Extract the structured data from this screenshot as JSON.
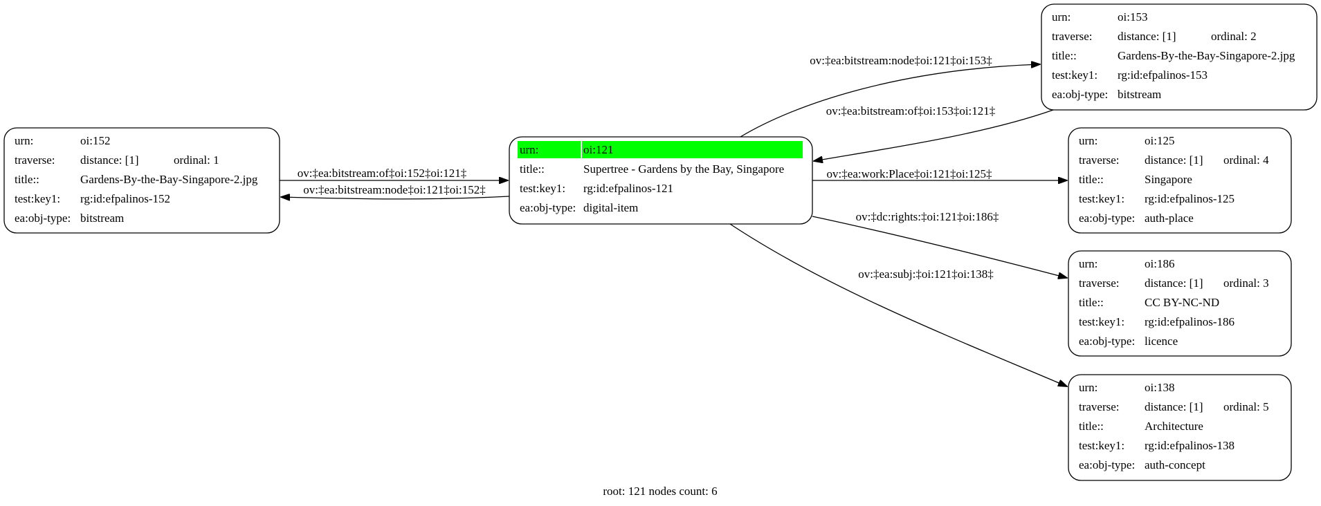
{
  "nodes": [
    {
      "id": "oi152",
      "highlighted": false,
      "rows": [
        {
          "key": "urn:",
          "value": "oi:152",
          "extra": ""
        },
        {
          "key": "traverse:",
          "value": "distance: [1]",
          "extra": "ordinal: 1"
        },
        {
          "key": "title::",
          "value": "Gardens-By-the-Bay-Singapore-2.jpg",
          "extra": ""
        },
        {
          "key": "test:key1:",
          "value": "rg:id:efpalinos-152",
          "extra": ""
        },
        {
          "key": "ea:obj-type:",
          "value": "bitstream",
          "extra": ""
        }
      ]
    },
    {
      "id": "oi121",
      "highlighted": true,
      "highlight_color": "#00ff00",
      "rows": [
        {
          "key": "urn:",
          "value": "oi:121",
          "extra": ""
        },
        {
          "key": "title::",
          "value": "Supertree - Gardens by the Bay, Singapore",
          "extra": ""
        },
        {
          "key": "test:key1:",
          "value": "rg:id:efpalinos-121",
          "extra": ""
        },
        {
          "key": "ea:obj-type:",
          "value": "digital-item",
          "extra": ""
        }
      ]
    },
    {
      "id": "oi153",
      "highlighted": false,
      "rows": [
        {
          "key": "urn:",
          "value": "oi:153",
          "extra": ""
        },
        {
          "key": "traverse:",
          "value": "distance: [1]",
          "extra": "ordinal: 2"
        },
        {
          "key": "title::",
          "value": "Gardens-By-the-Bay-Singapore-2.jpg",
          "extra": ""
        },
        {
          "key": "test:key1:",
          "value": "rg:id:efpalinos-153",
          "extra": ""
        },
        {
          "key": "ea:obj-type:",
          "value": "bitstream",
          "extra": ""
        }
      ]
    },
    {
      "id": "oi125",
      "highlighted": false,
      "rows": [
        {
          "key": "urn:",
          "value": "oi:125",
          "extra": ""
        },
        {
          "key": "traverse:",
          "value": "distance: [1]",
          "extra": "ordinal: 4"
        },
        {
          "key": "title::",
          "value": "Singapore",
          "extra": ""
        },
        {
          "key": "test:key1:",
          "value": "rg:id:efpalinos-125",
          "extra": ""
        },
        {
          "key": "ea:obj-type:",
          "value": "auth-place",
          "extra": ""
        }
      ]
    },
    {
      "id": "oi186",
      "highlighted": false,
      "rows": [
        {
          "key": "urn:",
          "value": "oi:186",
          "extra": ""
        },
        {
          "key": "traverse:",
          "value": "distance: [1]",
          "extra": "ordinal: 3"
        },
        {
          "key": "title::",
          "value": "CC BY-NC-ND",
          "extra": ""
        },
        {
          "key": "test:key1:",
          "value": "rg:id:efpalinos-186",
          "extra": ""
        },
        {
          "key": "ea:obj-type:",
          "value": "licence",
          "extra": ""
        }
      ]
    },
    {
      "id": "oi138",
      "highlighted": false,
      "rows": [
        {
          "key": "urn:",
          "value": "oi:138",
          "extra": ""
        },
        {
          "key": "traverse:",
          "value": "distance: [1]",
          "extra": "ordinal: 5"
        },
        {
          "key": "title::",
          "value": "Architecture",
          "extra": ""
        },
        {
          "key": "test:key1:",
          "value": "rg:id:efpalinos-138",
          "extra": ""
        },
        {
          "key": "ea:obj-type:",
          "value": "auth-concept",
          "extra": ""
        }
      ]
    }
  ],
  "edges": [
    {
      "from": "oi152",
      "to": "oi121",
      "label": "ov:‡ea:bitstream:of‡oi:152‡oi:121‡"
    },
    {
      "from": "oi121",
      "to": "oi152",
      "label": "ov:‡ea:bitstream:node‡oi:121‡oi:152‡"
    },
    {
      "from": "oi121",
      "to": "oi153",
      "label": "ov:‡ea:bitstream:node‡oi:121‡oi:153‡"
    },
    {
      "from": "oi153",
      "to": "oi121",
      "label": "ov:‡ea:bitstream:of‡oi:153‡oi:121‡"
    },
    {
      "from": "oi121",
      "to": "oi125",
      "label": "ov:‡ea:work:Place‡oi:121‡oi:125‡"
    },
    {
      "from": "oi121",
      "to": "oi186",
      "label": "ov:‡dc:rights:‡oi:121‡oi:186‡"
    },
    {
      "from": "oi121",
      "to": "oi138",
      "label": "ov:‡ea:subj:‡oi:121‡oi:138‡"
    }
  ],
  "footer": {
    "text": "root: 121 nodes count: 6"
  }
}
